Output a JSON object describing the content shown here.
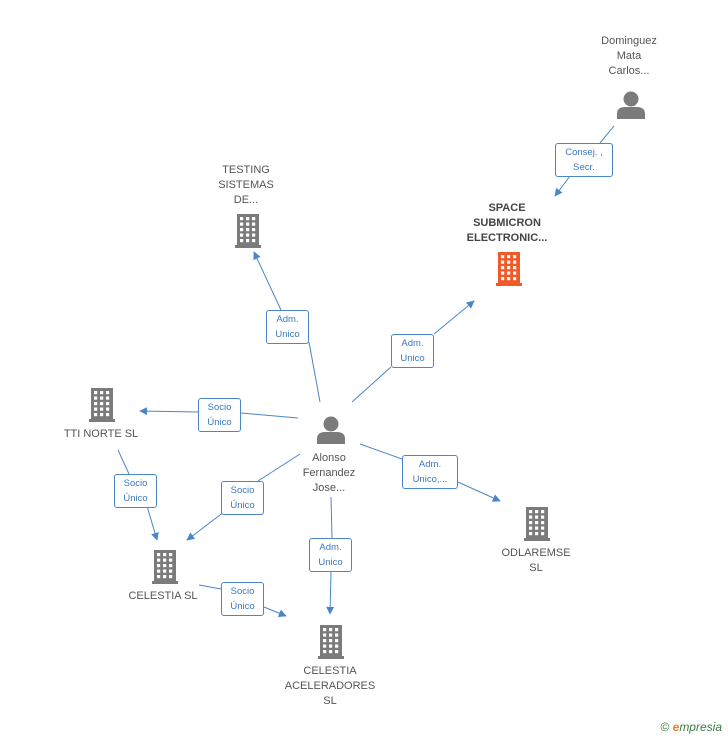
{
  "nodes": {
    "dominguez": {
      "label": "Dominguez\nMata\nCarlos...",
      "kind": "person"
    },
    "space": {
      "label": "SPACE\nSUBMICRON\nELECTRONIC...",
      "kind": "company-main"
    },
    "testing": {
      "label": "TESTING\nSISTEMAS\nDE...",
      "kind": "company"
    },
    "alonso": {
      "label": "Alonso\nFernandez\nJose...",
      "kind": "person"
    },
    "tti": {
      "label": "TTI NORTE SL",
      "kind": "company"
    },
    "celestia": {
      "label": "CELESTIA SL",
      "kind": "company"
    },
    "odlaremse": {
      "label": "ODLAREMSE\nSL",
      "kind": "company"
    },
    "celestia_acc": {
      "label": "CELESTIA\nACELERADORES\nSL",
      "kind": "company"
    }
  },
  "edges": {
    "e1": "Consej. ,\nSecr.",
    "e2": "Adm.\nUnico",
    "e3": "Adm.\nUnico",
    "e4": "Socio\nÚnico",
    "e5": "Adm.\nUnico,...",
    "e6": "Socio\nÚnico",
    "e7": "Socio\nÚnico",
    "e8": "Adm.\nUnico",
    "e9": "Socio\nÚnico"
  },
  "colors": {
    "edge": "#4a86c8",
    "icon": "#7b7b7b",
    "main_icon": "#f05a28"
  },
  "footer": {
    "copyright": "©",
    "brand_e": "e",
    "brand_rest": "mpresia"
  }
}
